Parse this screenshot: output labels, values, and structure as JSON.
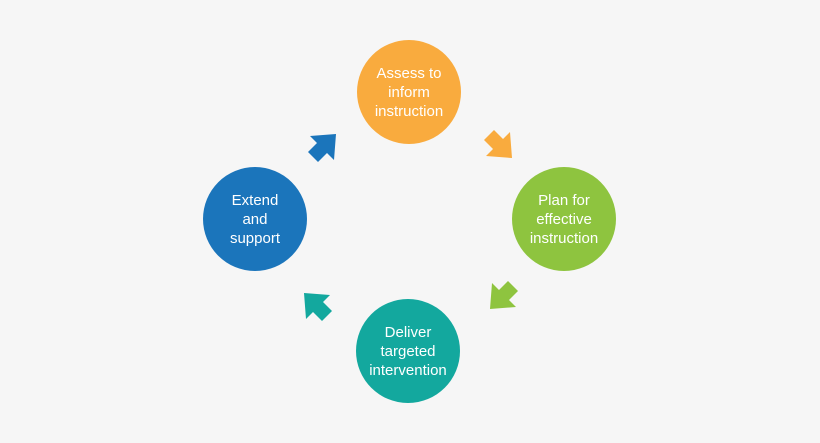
{
  "colors": {
    "assess": "#f9ab3e",
    "plan": "#8ec43f",
    "deliver": "#13a89e",
    "extend": "#1b75bb",
    "background": "#f6f6f6"
  },
  "nodes": {
    "assess": {
      "label": "Assess to\ninform\ninstruction"
    },
    "plan": {
      "label": "Plan for\neffective\ninstruction"
    },
    "deliver": {
      "label": "Deliver\ntargeted\nintervention"
    },
    "extend": {
      "label": "Extend\nand\nsupport"
    }
  },
  "arrows": [
    {
      "from": "assess",
      "to": "plan",
      "icon": "arrow-down-right-icon"
    },
    {
      "from": "plan",
      "to": "deliver",
      "icon": "arrow-down-left-icon"
    },
    {
      "from": "deliver",
      "to": "extend",
      "icon": "arrow-up-left-icon"
    },
    {
      "from": "extend",
      "to": "assess",
      "icon": "arrow-up-right-icon"
    }
  ]
}
